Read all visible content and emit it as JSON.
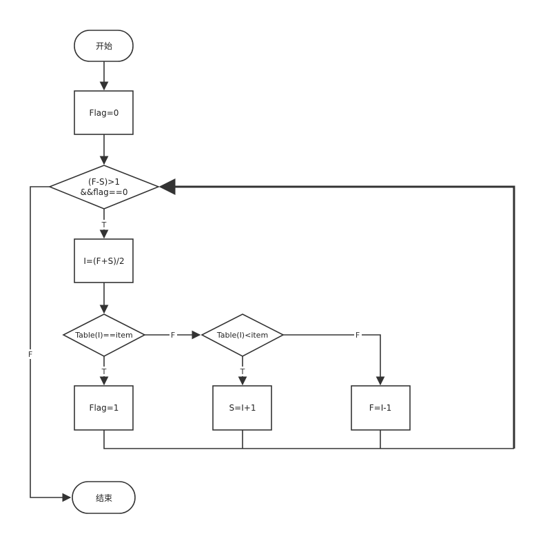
{
  "nodes": {
    "start": "开始",
    "init": "Flag=0",
    "loop_cond": [
      "(F-S)>1",
      "&&flag==0"
    ],
    "mid": "I=(F+S)/2",
    "eq_cond": "Table(I)==item",
    "lt_cond": "Table(I)<item",
    "found": "Flag=1",
    "move_s": "S=I+1",
    "move_f": "F=I-1",
    "end": "结束"
  },
  "edge_labels": {
    "loop_true": "T",
    "loop_false": "F",
    "eq_true": "T",
    "eq_false": "F",
    "lt_true": "T",
    "lt_false": "F"
  },
  "colors": {
    "stroke": "#333333",
    "fill": "#ffffff",
    "text": "#222222"
  }
}
